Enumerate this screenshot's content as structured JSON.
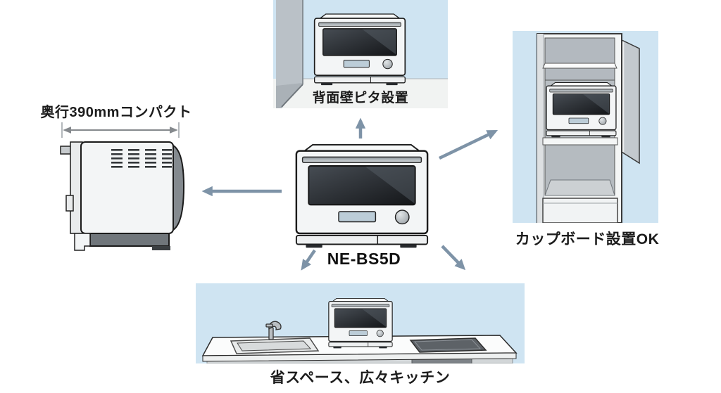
{
  "center": {
    "model_label": "NE-BS5D"
  },
  "panels": {
    "top": {
      "caption": "背面壁ピタ設置"
    },
    "right": {
      "caption": "カップボード設置OK"
    },
    "bottom": {
      "caption": "省スペース、広々キッチン"
    }
  },
  "left_figure": {
    "caption": "奥行390mmコンパクト"
  },
  "icons": {
    "arrow_up": "arrow pointing up to wall-flush installation",
    "arrow_left": "arrow pointing left to depth figure",
    "arrow_up_right": "arrow pointing up-right to cupboard installation",
    "arrow_down_left": "arrow pointing down-left to kitchen scene",
    "arrow_down_right": "arrow pointing down-right to kitchen scene",
    "dimension_arrow": "double-headed depth dimension arrow"
  },
  "colors": {
    "panel_bg": "#cfe4f2",
    "arrow": "#7e93a7",
    "outline": "#1b1b1b",
    "wall_gray": "#bac1c7",
    "text": "#1c1c1c"
  }
}
